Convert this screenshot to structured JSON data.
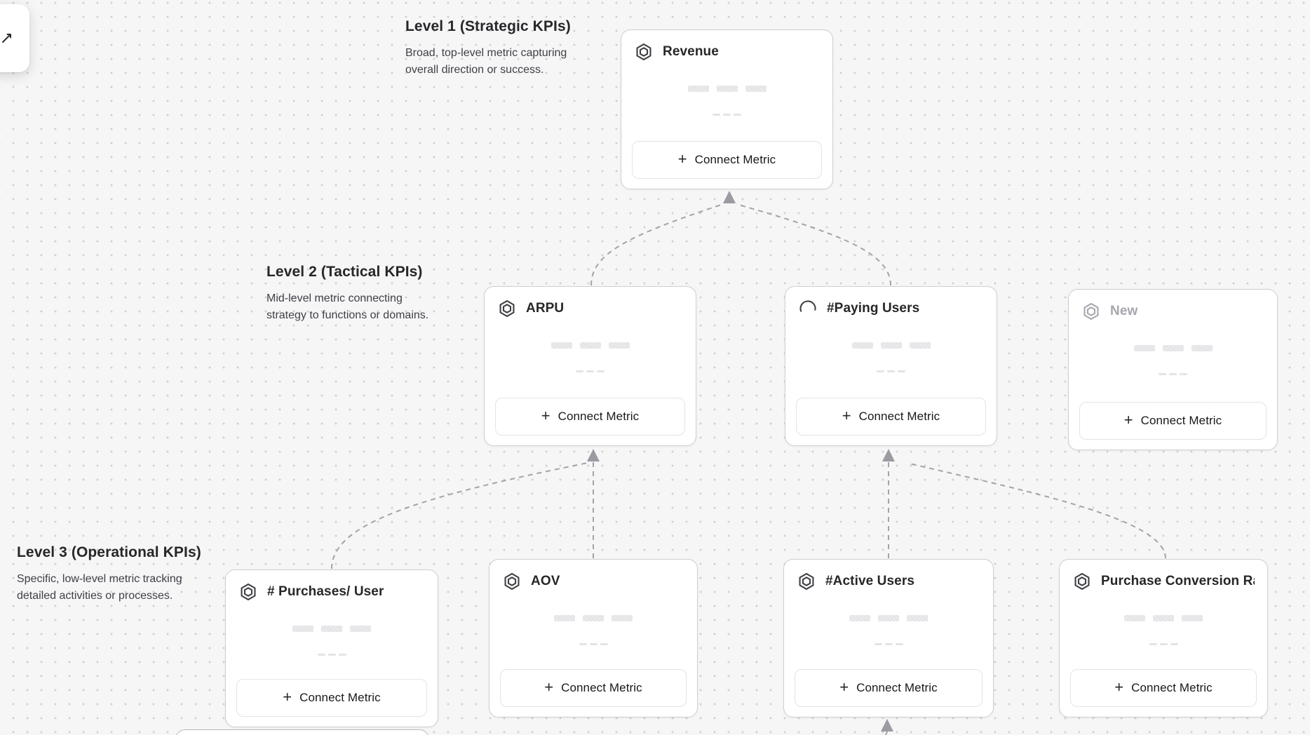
{
  "canvas": {
    "background_color": "#f6f6f7",
    "dot_color": "#d0d0d2",
    "connector_color": "#a3a3a8"
  },
  "toolbar": {
    "corner_button_icon": "cursor-arrow-icon"
  },
  "levels": [
    {
      "id": "level1",
      "title": "Level 1 (Strategic KPIs)",
      "description": "Broad, top-level metric capturing overall direction or success."
    },
    {
      "id": "level2",
      "title": "Level 2 (Tactical KPIs)",
      "description": "Mid-level metric connecting strategy to functions or domains."
    },
    {
      "id": "level3",
      "title": "Level 3 (Operational KPIs)",
      "description": "Specific, low-level metric tracking detailed activities or processes."
    }
  ],
  "card_button": {
    "plus": "+",
    "label": "Connect Metric"
  },
  "cards": [
    {
      "id": "revenue",
      "level": 1,
      "title": "Revenue",
      "icon": "hexagon-metric-icon",
      "muted": false
    },
    {
      "id": "arpu",
      "level": 2,
      "title": "ARPU",
      "icon": "hexagon-metric-icon",
      "muted": false
    },
    {
      "id": "paying-users",
      "level": 2,
      "title": "#Paying Users",
      "icon": "loading-spinner-icon",
      "muted": false
    },
    {
      "id": "new",
      "level": 2,
      "title": "New",
      "icon": "hexagon-metric-icon",
      "muted": true
    },
    {
      "id": "purchases-per-user",
      "level": 3,
      "title": "# Purchases/ User",
      "icon": "hexagon-metric-icon",
      "muted": false
    },
    {
      "id": "aov",
      "level": 3,
      "title": "AOV",
      "icon": "hexagon-metric-icon",
      "muted": false
    },
    {
      "id": "active-users",
      "level": 3,
      "title": "#Active Users",
      "icon": "hexagon-metric-icon",
      "muted": false
    },
    {
      "id": "purchase-conversion-rate",
      "level": 3,
      "title": "Purchase Conversion Rate",
      "icon": "hexagon-metric-icon",
      "muted": false
    }
  ],
  "connections": [
    {
      "from": "arpu",
      "to": "revenue"
    },
    {
      "from": "paying-users",
      "to": "revenue"
    },
    {
      "from": "purchases-per-user",
      "to": "arpu"
    },
    {
      "from": "aov",
      "to": "arpu"
    },
    {
      "from": "active-users",
      "to": "paying-users"
    },
    {
      "from": "purchase-conversion-rate",
      "to": "paying-users"
    },
    {
      "from": "offscreen-below",
      "to": "active-users"
    }
  ]
}
